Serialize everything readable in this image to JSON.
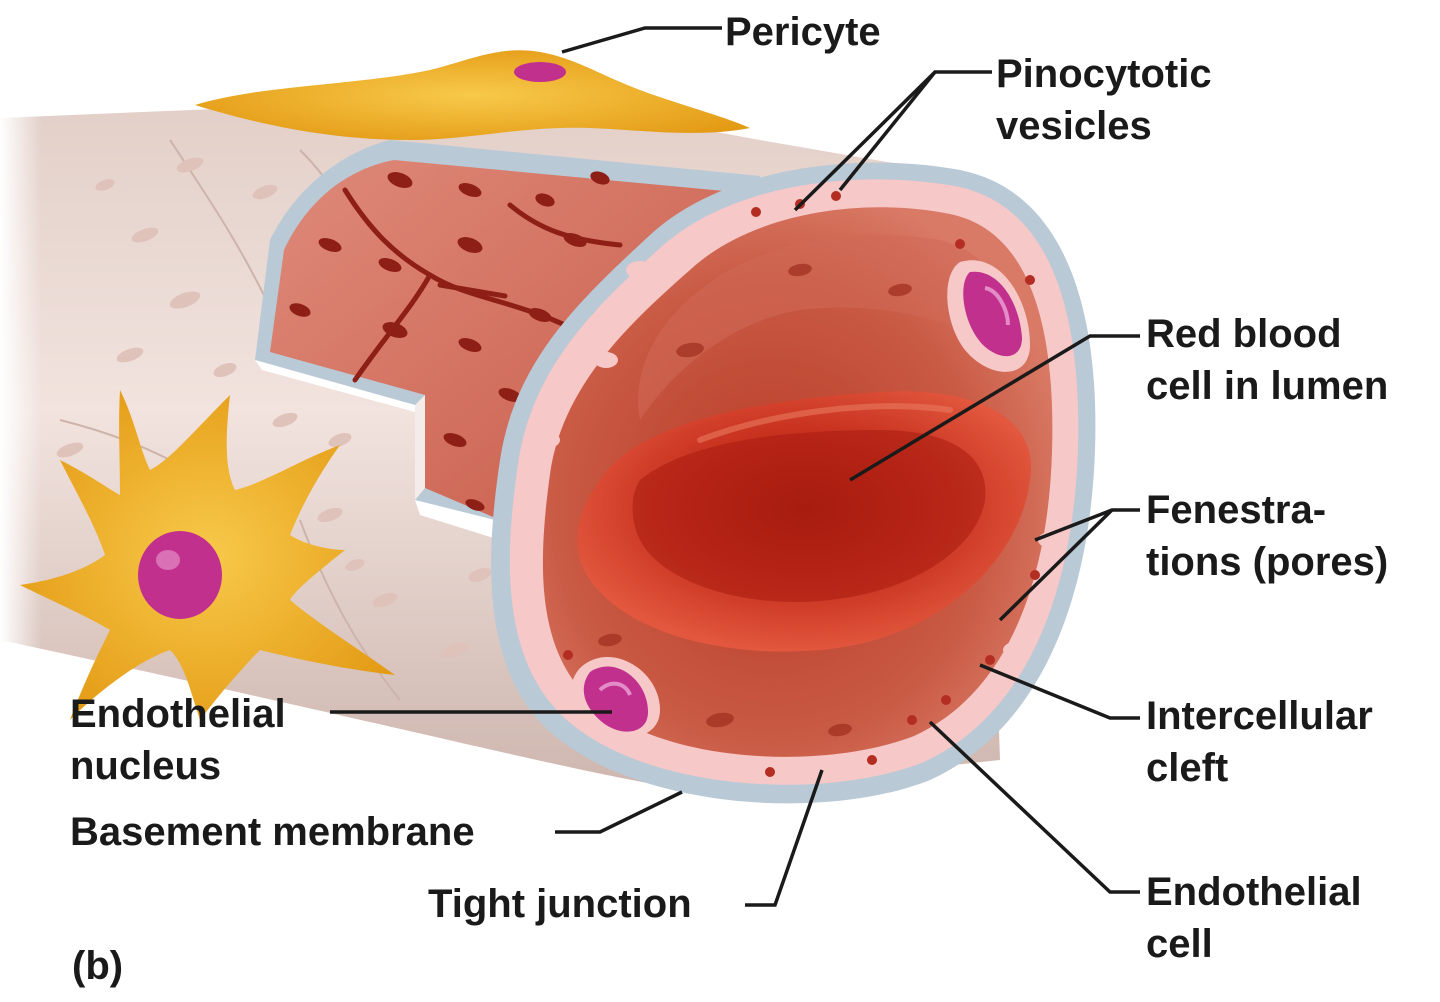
{
  "figure_tag": "(b)",
  "labels": {
    "pericyte": "Pericyte",
    "pinocytotic": [
      "Pinocytotic",
      "vesicles"
    ],
    "red_blood_cell": [
      "Red blood",
      "cell in lumen"
    ],
    "fenestrations": [
      "Fenestra-",
      "tions (pores)"
    ],
    "intercellular_cleft": [
      "Intercellular",
      "cleft"
    ],
    "endothelial_cell": [
      "Endothelial",
      "cell"
    ],
    "endothelial_nucleus": [
      "Endothelial",
      "nucleus"
    ],
    "basement_membrane": "Basement membrane",
    "tight_junction": "Tight junction"
  },
  "colors": {
    "vessel_outer": "#eddcd6",
    "vessel_outer_shade": "#d9c4bd",
    "basement_membrane": "#b9c9d6",
    "endothelium_pink": "#f6c8c8",
    "lumen": "#c44630",
    "lumen_dark": "#8e1f16",
    "inner_wall": "#d9685a",
    "rbc": "#c0281a",
    "rbc_highlight": "#e0523a",
    "pericyte": "#f3b221",
    "pericyte_dark": "#d88d10",
    "nucleus": "#c2308e",
    "leader_line": "#1a1a1a"
  }
}
